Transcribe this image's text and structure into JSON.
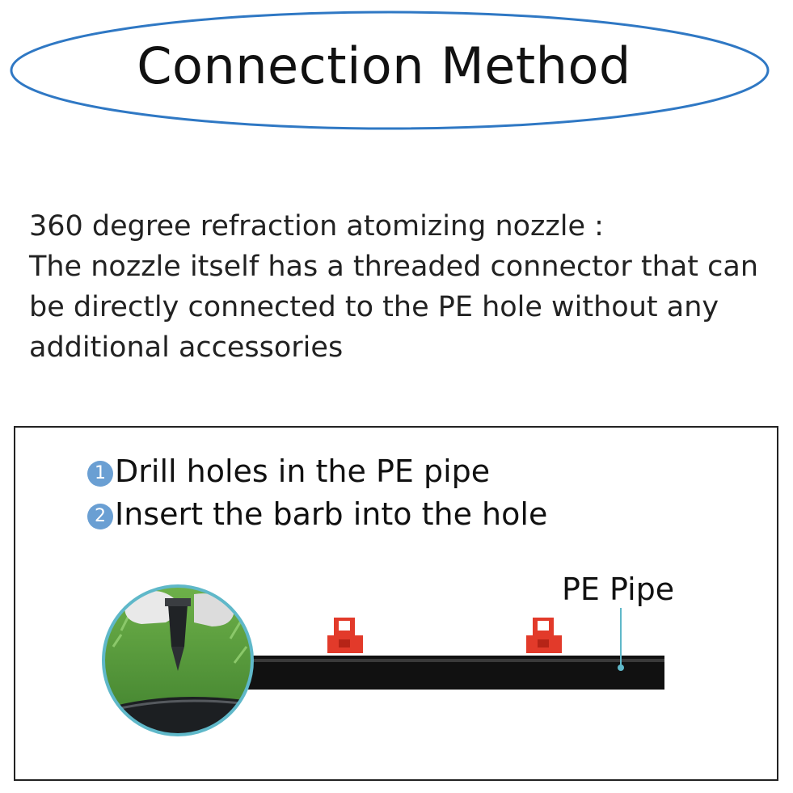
{
  "title": "Connection Method",
  "description": {
    "lines": [
      "360 degree refraction atomizing nozzle :",
      "The nozzle itself has a threaded connector that can",
      "be directly connected to the PE hole without any",
      "additional accessories"
    ]
  },
  "diagram": {
    "steps": [
      {
        "number": "1",
        "text": "Drill holes in the PE pipe"
      },
      {
        "number": "2",
        "text": "Insert the barb into the hole"
      }
    ],
    "pipe_label": "PE Pipe"
  },
  "colors": {
    "oval_outline": "#2f78c4",
    "badge": "#6a9fd3",
    "nozzle": "#e23a2a",
    "pipe": "#111111",
    "grass": "#4f9a3a",
    "circle_outline": "#5fb8c9"
  }
}
